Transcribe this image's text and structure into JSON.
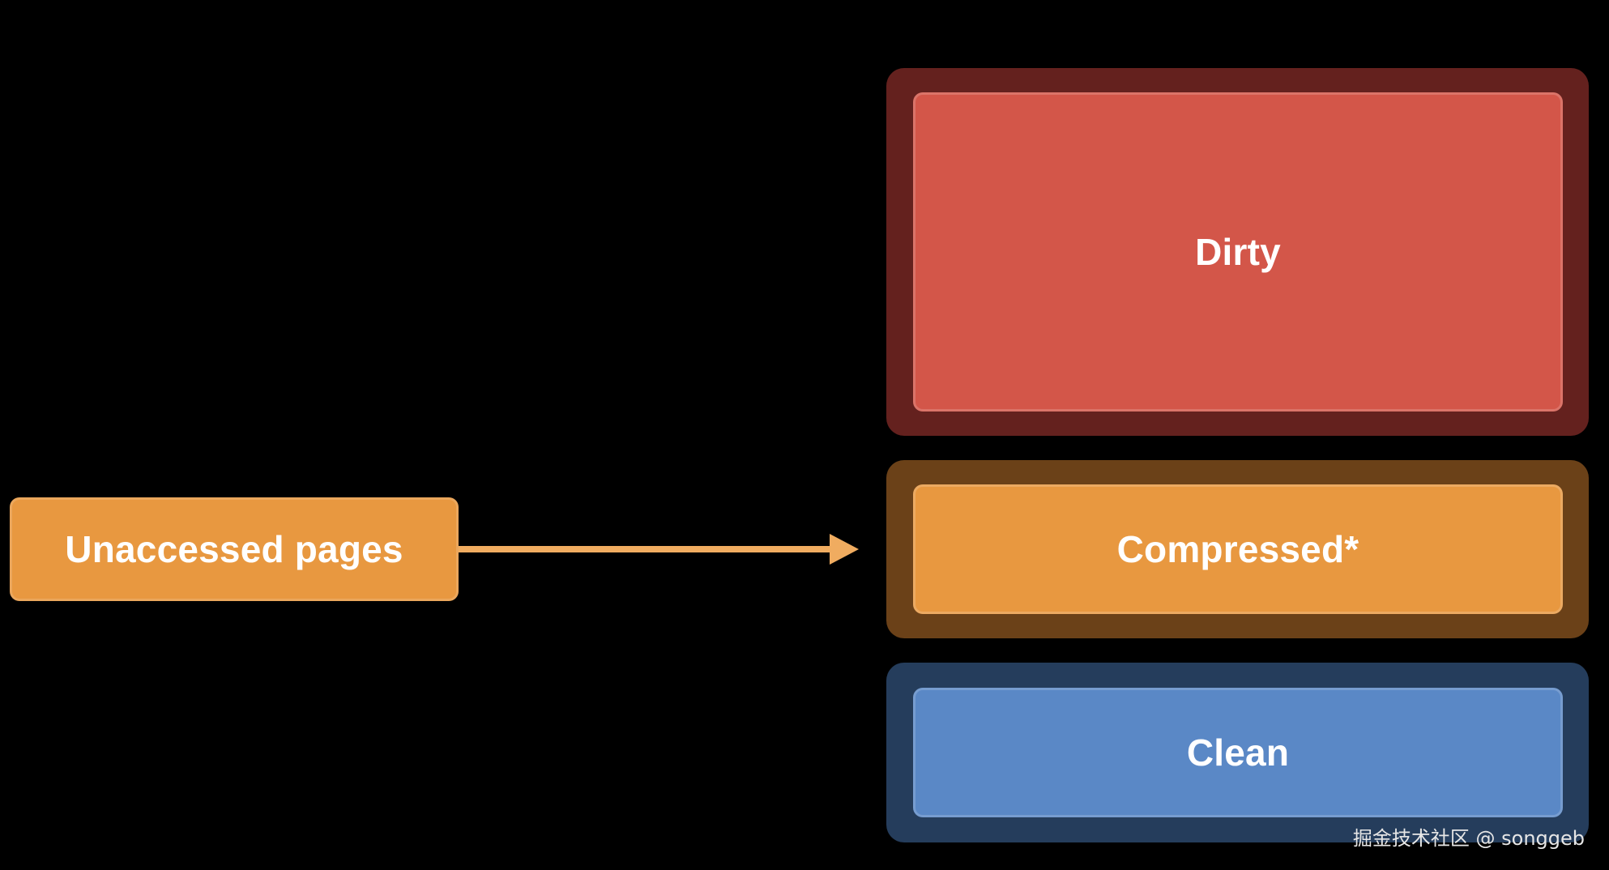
{
  "diagram": {
    "source_box": {
      "label": "Unaccessed pages",
      "color": "#E89840"
    },
    "arrow": {
      "color": "#F0AC60"
    },
    "memory_types": [
      {
        "label": "Dirty",
        "box_color": "#D35649",
        "frame_color": "#64211E"
      },
      {
        "label": "Compressed*",
        "box_color": "#E89840",
        "frame_color": "#6B4118"
      },
      {
        "label": "Clean",
        "box_color": "#5A88C6",
        "frame_color": "#253D5C"
      }
    ]
  },
  "watermark": "掘金技术社区 @ songgeb"
}
